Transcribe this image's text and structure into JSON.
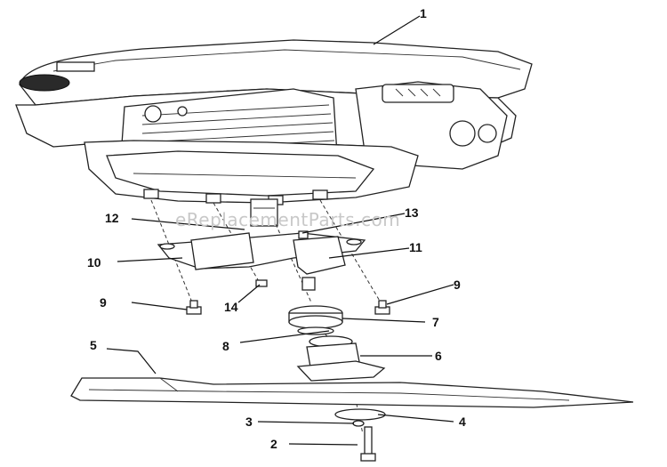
{
  "watermark": "eReplacementParts.com",
  "callouts": [
    {
      "id": "1",
      "label": "1"
    },
    {
      "id": "2",
      "label": "2"
    },
    {
      "id": "3",
      "label": "3"
    },
    {
      "id": "4",
      "label": "4"
    },
    {
      "id": "5",
      "label": "5"
    },
    {
      "id": "6",
      "label": "6"
    },
    {
      "id": "7",
      "label": "7"
    },
    {
      "id": "8",
      "label": "8"
    },
    {
      "id": "9a",
      "label": "9"
    },
    {
      "id": "9b",
      "label": "9"
    },
    {
      "id": "10",
      "label": "10"
    },
    {
      "id": "11",
      "label": "11"
    },
    {
      "id": "12",
      "label": "12"
    },
    {
      "id": "13",
      "label": "13"
    },
    {
      "id": "14",
      "label": "14"
    }
  ]
}
